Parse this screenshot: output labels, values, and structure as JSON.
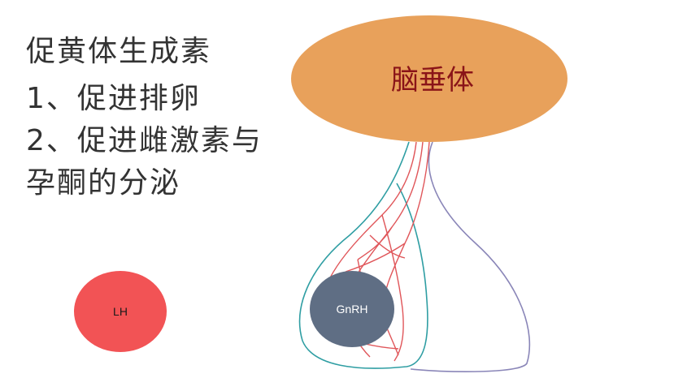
{
  "text": {
    "title": "促黄体生成素",
    "point1": "1、促进排卵",
    "point2": "2、促进雌激素与",
    "point2_cont": "孕酮的分泌"
  },
  "diagram": {
    "pituitary_label": "脑垂体",
    "gnrh_label": "GnRH",
    "lh_label": "LH",
    "colors": {
      "pituitary_fill": "#e8a15b",
      "pituitary_text": "#8a1418",
      "lh_fill": "#f25355",
      "gnrh_fill": "#5f6e84",
      "vessel": "#e0565a",
      "teal_outline": "#2f9ea3",
      "purple_outline": "#8a86b8"
    }
  }
}
